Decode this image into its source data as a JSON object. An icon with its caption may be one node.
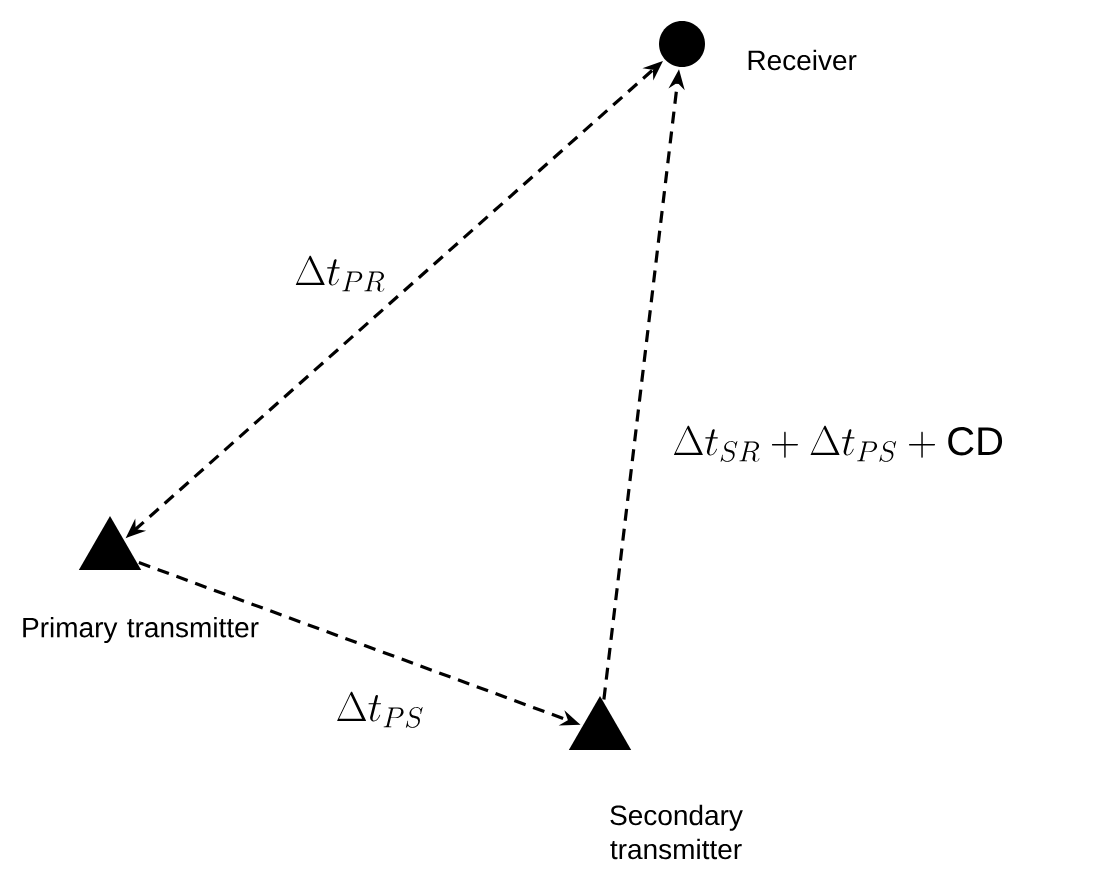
{
  "diagram": {
    "nodes": [
      {
        "text": [],
        "shape": "circle",
        "beside": [
          "Receiver"
        ]
      },
      {
        "text": [],
        "shape": "triangle",
        "beside": [
          "Primary transmitter"
        ]
      },
      {
        "text": [],
        "shape": "triangle",
        "beside": [
          "Secondary transmitter"
        ]
      }
    ],
    "edges": [
      {
        "from": 1,
        "to": 0,
        "arrow": "both",
        "style": "dashed",
        "label": "\\Delta t_{PR}"
      },
      {
        "from": 2,
        "to": 0,
        "arrow": "to",
        "style": "dashed",
        "label": "\\Delta t_{SR} + \\Delta t_{PS} + \\mathrm{CD}"
      },
      {
        "from": 1,
        "to": 2,
        "arrow": "to",
        "style": "dashed",
        "label": "\\Delta t_{PS}"
      }
    ]
  }
}
